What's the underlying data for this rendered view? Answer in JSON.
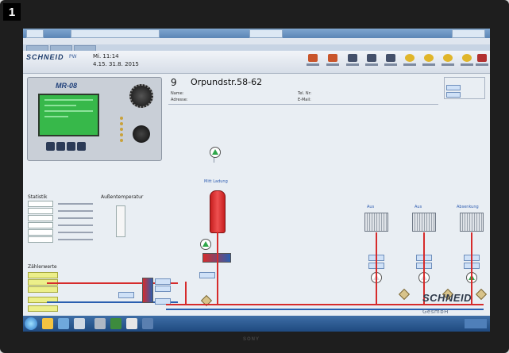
{
  "photo": {
    "badge": "1",
    "monitor_brand": "SONY"
  },
  "app": {
    "brand_logo": "SCHNEID",
    "brand_sub": "PW",
    "day_time": "Mi. 11:14",
    "date": "4.15.    31.8. 2015"
  },
  "device": {
    "model": "MR-08"
  },
  "station": {
    "number": "9",
    "address": "Orpundstr.58-62",
    "fields": {
      "name_label": "Name:",
      "adresse_label": "Adresse:",
      "tel_label": "Tel. Nr:",
      "email_label": "E-Mail:"
    }
  },
  "panels": {
    "statistik": "Statistik",
    "aussentemperatur": "Außentemperatur",
    "zaehlerwerte": "Zählerwerte"
  },
  "zones": {
    "mittel": "Mitt Ladung",
    "zone1": "Aus",
    "zone2": "Aus",
    "zone3": "Absenkung"
  },
  "footer_brand": {
    "name": "SCHNEID",
    "suffix": "GesmbH"
  },
  "colors": {
    "lcd_green": "#37b84a",
    "pipe_red": "#d62b2b",
    "pipe_blue": "#2a5fb0",
    "tank_red": "#c71f1f",
    "taskbar_blue": "#1f4a80"
  },
  "icons": [
    "window-tab-icon",
    "settings-icon",
    "bell-icon",
    "warning-icon",
    "start-orb-icon",
    "radiator-icon",
    "pump-icon",
    "valve-icon"
  ]
}
